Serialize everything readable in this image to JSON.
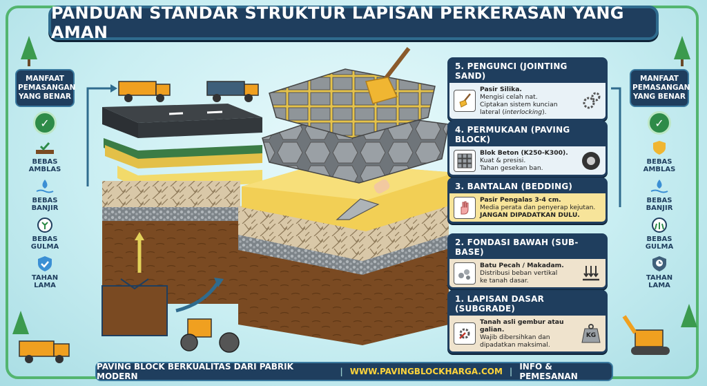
{
  "title": "PANDUAN STANDAR STRUKTUR LAPISAN PERKERASAN YANG AMAN",
  "left_panel": {
    "heading": [
      "MANFAAT",
      "PEMASANGAN",
      "YANG BENAR"
    ],
    "benefits": [
      {
        "line1": "BEBAS",
        "line2": "AMBLAS",
        "icon": "ground-check-icon"
      },
      {
        "line1": "BEBAS",
        "line2": "BANJIR",
        "icon": "water-drop-icon"
      },
      {
        "line1": "BEBAS",
        "line2": "GULMA",
        "icon": "weed-icon"
      },
      {
        "line1": "TAHAN",
        "line2": "LAMA",
        "icon": "shield-check-icon"
      }
    ]
  },
  "right_panel": {
    "heading": [
      "MANFAAT",
      "PEMASANGAN",
      "YANG BENAR"
    ],
    "benefits": [
      {
        "line1": "BEBAS",
        "line2": "AMBLAS",
        "icon": "shield-icon"
      },
      {
        "line1": "BEBAS",
        "line2": "BANJIR",
        "icon": "water-drop-icon"
      },
      {
        "line1": "BEBAS",
        "line2": "GULMA",
        "icon": "grass-icon"
      },
      {
        "line1": "TAHAN",
        "line2": "LAMA",
        "icon": "shield-clock-icon"
      }
    ]
  },
  "layers": [
    {
      "heading": "5. PENGUNCI (JOINTING SAND)",
      "line_a": "Pasir Silika.",
      "line_b": "Mengisi celah nat.",
      "line_c": "Ciptakan sistem kuncian",
      "line_d_pre": "lateral (",
      "line_d_em": "interlocking",
      "line_d_post": ").",
      "icon": "broom-icon",
      "side_icon": "gears-icon"
    },
    {
      "heading": "4. PERMUKAAN (PAVING BLOCK)",
      "line_a": "Blok Beton (K250-K300).",
      "line_b": "Kuat & presisi.",
      "line_c": "Tahan gesekan ban.",
      "icon": "grid-blocks-icon",
      "side_icon": "tire-icon"
    },
    {
      "heading": "3. BANTALAN (BEDDING)",
      "line_a": "Pasir Pengalas 3-4 cm.",
      "line_b": "Media perata dan penyerap kejutan.",
      "line_c": "JANGAN DIPADATKAN DULU.",
      "icon": "hand-stop-icon"
    },
    {
      "heading": "2. FONDASI BAWAH (SUB-BASE)",
      "line_a": "Batu Pecah / Makadam.",
      "line_b": "Distribusi beban vertikal",
      "line_c": "ke tanah dasar.",
      "icon": "stones-icon",
      "side_icon": "load-arrows-icon"
    },
    {
      "heading": "1. LAPISAN DASAR (SUBGRADE)",
      "line_a": "Tanah asli gembur atau galian.",
      "line_b": "Wajib dibersihkan dan",
      "line_c": "dipadatkan maksimal.",
      "icon": "gear-wrench-icon",
      "side_icon": "weight-icon",
      "side_label": "KG"
    }
  ],
  "footer": {
    "left": "PAVING BLOCK BERKUALITAS DARI PABRIK MODERN",
    "sep": "|",
    "url": "WWW.PAVINGBLOCKHARGA.COM",
    "right": "INFO & PEMESANAN"
  },
  "colors": {
    "navy": "#1f3e5e",
    "sand": "#f2cf55",
    "soil": "#7a4a22",
    "gravel": "#8f959b",
    "green": "#2e8b48",
    "accent_yellow": "#ffd43b"
  }
}
